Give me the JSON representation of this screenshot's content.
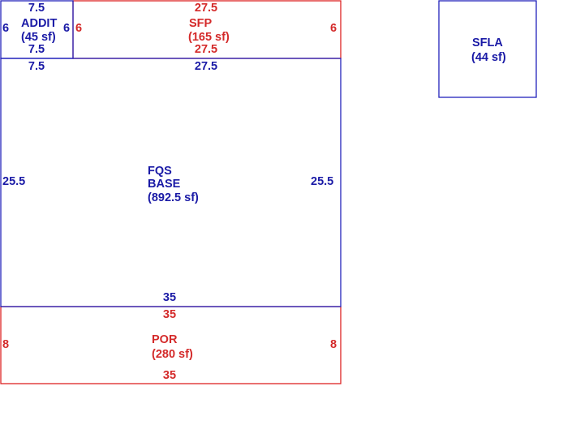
{
  "colors": {
    "blue": "#1a1aa6",
    "red": "#d42a2a"
  },
  "areas": {
    "addit": {
      "name": "ADDIT",
      "area": "(45 sf)",
      "dims": {
        "top": "7.5",
        "bottom": "7.5",
        "left": "6",
        "right": "6"
      }
    },
    "sfp": {
      "name": "SFP",
      "area": "(165 sf)",
      "dims": {
        "top": "27.5",
        "bottom": "27.5",
        "left": "6",
        "right": "6"
      }
    },
    "base": {
      "name_line1": "FQS",
      "name_line2": "BASE",
      "area": "(892.5 sf)",
      "dims": {
        "top_left": "7.5",
        "top_right": "27.5",
        "bottom": "35",
        "left": "25.5",
        "right": "25.5"
      }
    },
    "por": {
      "name": "POR",
      "area": "(280 sf)",
      "dims": {
        "top": "35",
        "bottom": "35",
        "left": "8",
        "right": "8"
      }
    },
    "sfla": {
      "name": "SFLA",
      "area": "(44 sf)"
    }
  }
}
